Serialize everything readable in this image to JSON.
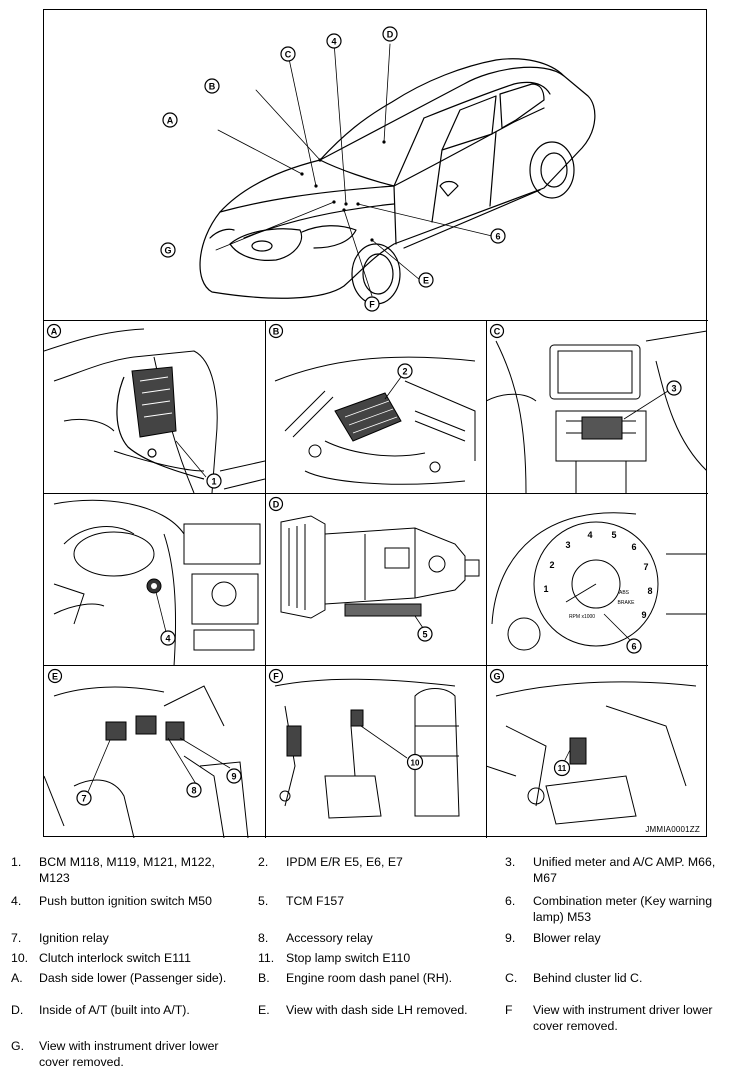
{
  "figure": {
    "code": "JMMIA0001ZZ",
    "overview_letters": [
      "A",
      "B",
      "C",
      "D",
      "E",
      "F",
      "G"
    ],
    "overview_numbers": [
      "4",
      "6"
    ],
    "panels": [
      {
        "letter": "A",
        "callouts": [
          "1"
        ]
      },
      {
        "letter": "B",
        "callouts": [
          "2"
        ]
      },
      {
        "letter": "C",
        "callouts": [
          "3"
        ]
      },
      {
        "letter": "",
        "callouts": [
          "4"
        ]
      },
      {
        "letter": "D",
        "callouts": [
          "5"
        ]
      },
      {
        "letter": "",
        "callouts": [
          "6"
        ]
      },
      {
        "letter": "E",
        "callouts": [
          "7",
          "8",
          "9"
        ]
      },
      {
        "letter": "F",
        "callouts": [
          "10"
        ]
      },
      {
        "letter": "G",
        "callouts": [
          "11"
        ]
      }
    ],
    "gauge": {
      "ticks": [
        "1",
        "2",
        "3",
        "4",
        "5",
        "6",
        "7",
        "8",
        "9"
      ],
      "labels": [
        "ABS",
        "BRAKE",
        "RPM x1000"
      ]
    }
  },
  "legend": [
    {
      "id": "1.",
      "text": "BCM M118, M119, M121, M122, M123"
    },
    {
      "id": "2.",
      "text": "IPDM E/R E5, E6, E7"
    },
    {
      "id": "3.",
      "text": "Unified meter and A/C AMP. M66, M67"
    },
    {
      "id": "4.",
      "text": "Push button ignition switch M50"
    },
    {
      "id": "5.",
      "text": "TCM F157"
    },
    {
      "id": "6.",
      "text": "Combination meter (Key warning lamp) M53"
    },
    {
      "id": "7.",
      "text": "Ignition relay"
    },
    {
      "id": "8.",
      "text": "Accessory relay"
    },
    {
      "id": "9.",
      "text": "Blower relay"
    },
    {
      "id": "10.",
      "text": "Clutch interlock switch E111"
    },
    {
      "id": "11.",
      "text": "Stop lamp switch E110"
    },
    {
      "id": "A.",
      "text": "Dash side lower (Passenger side)."
    },
    {
      "id": "B.",
      "text": "Engine room dash panel (RH)."
    },
    {
      "id": "C.",
      "text": "Behind cluster lid C."
    },
    {
      "id": "D.",
      "text": "Inside of A/T (built into A/T)."
    },
    {
      "id": "E.",
      "text": "View with dash side LH removed."
    },
    {
      "id": "F",
      "text": "View with instrument driver lower cover removed."
    },
    {
      "id": "G.",
      "text": "View with instrument driver lower cover removed."
    }
  ]
}
